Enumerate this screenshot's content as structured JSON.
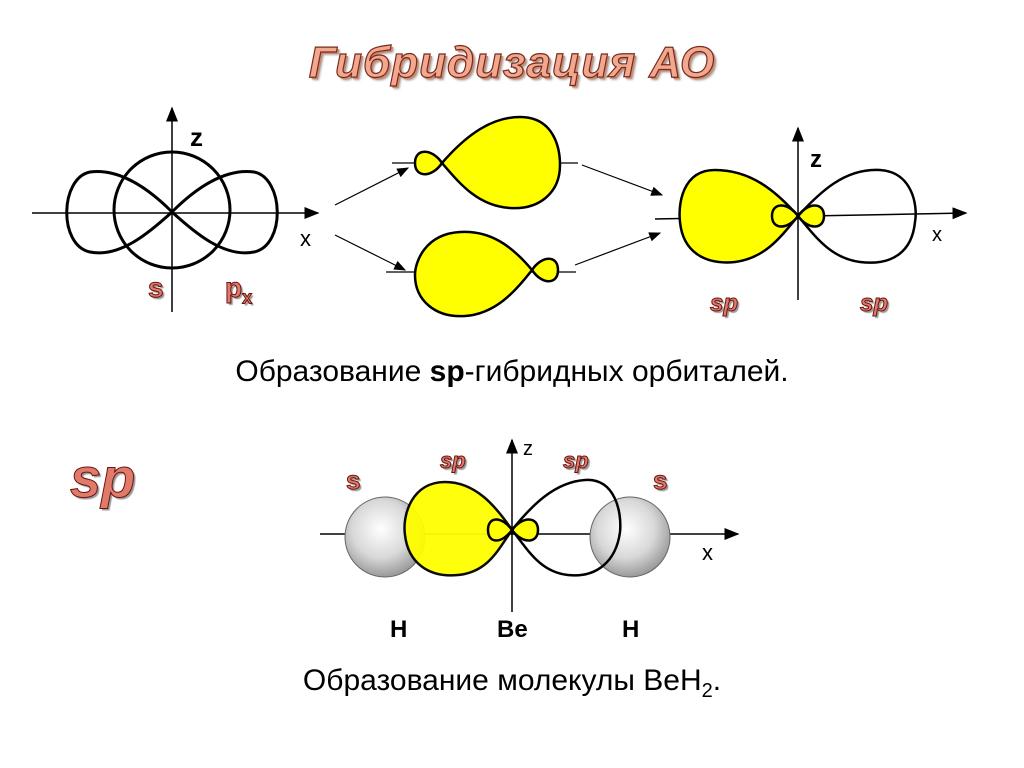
{
  "slide": {
    "title": "Гибридизация АО",
    "labels": {
      "z_top_left": "z",
      "x_top_left": "x",
      "s_top": "s",
      "p_letter": "p",
      "p_subscript": "x",
      "z_top_right": "z",
      "x_top_right": "x",
      "sp_left": "sp",
      "sp_right": "sp",
      "big_sp": "sp",
      "sp_mol_left": "sp",
      "sp_mol_right": "sp",
      "z_mol": "z",
      "s_mol_left": "s",
      "s_mol_right": "s",
      "x_mol": "x",
      "atom_h_left": "H",
      "atom_be": "Be",
      "atom_h_right": "H"
    },
    "caption1": {
      "prefix": "Образование ",
      "bold": "sp",
      "suffix": "-гибридных орбиталей."
    },
    "caption2": {
      "text": "Образование молекулы BeH",
      "subscript": "2",
      "end": "."
    }
  },
  "colors": {
    "orbital_yellow": "#ffff00",
    "label_red": "#e07a6a",
    "title_salmon": "#f0a890"
  }
}
